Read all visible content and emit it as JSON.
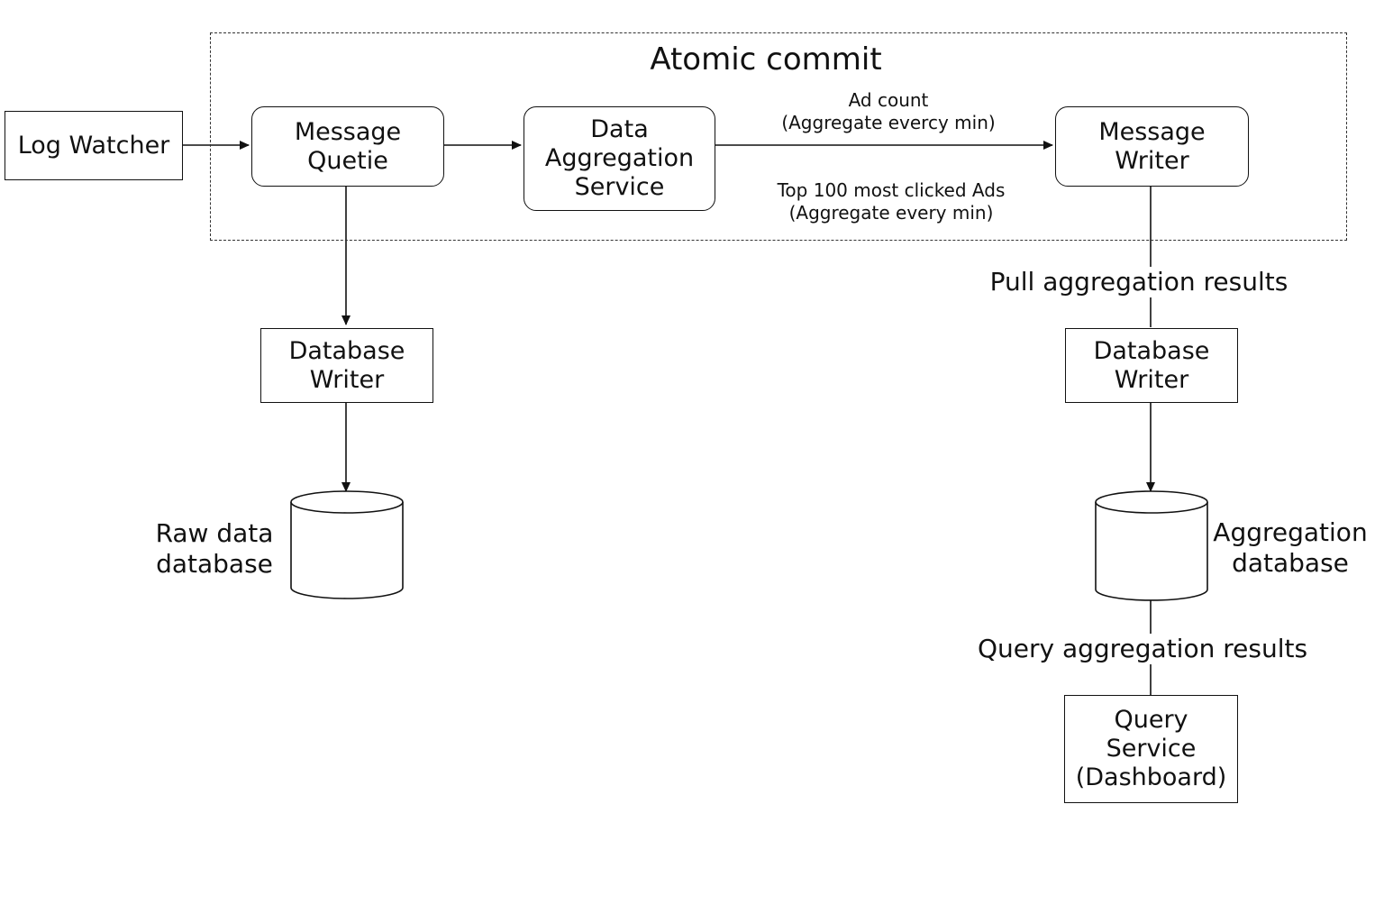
{
  "group": {
    "title": "Atomic commit"
  },
  "nodes": {
    "log_watcher": "Log Watcher",
    "message_queue": "Message\nQuetie",
    "data_aggregation_service": "Data\nAggregation\nService",
    "message_writer": "Message\nWriter",
    "database_writer_left": "Database\nWriter",
    "database_writer_right": "Database\nWriter",
    "query_service": "Query\nService\n(Dashboard)"
  },
  "databases": {
    "raw": "Raw data\ndatabase",
    "aggregation": "Aggregation\ndatabase"
  },
  "edge_labels": {
    "ad_count": "Ad count\n(Aggregate evercy min)",
    "top_100": "Top 100 most clicked Ads\n(Aggregate every min)",
    "pull_results": "Pull aggregation results",
    "query_results": "Query aggregation results"
  },
  "colors": {
    "stroke": "#111111",
    "background": "#ffffff"
  }
}
